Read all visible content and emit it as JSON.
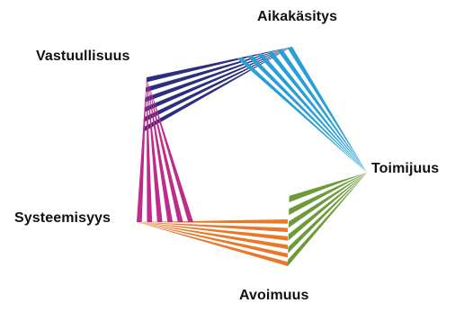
{
  "labels": {
    "top": "Aikakäsitys",
    "right": "Toimijuus",
    "bottom": "Avoimuus",
    "left": "Systeemisyys",
    "upper_left": "Vastuullisuus"
  },
  "colors": {
    "navy": "#2E2E7E",
    "cyan": "#2A9FD6",
    "green": "#6E9A3A",
    "orange": "#E8792A",
    "magenta": "#C02A8A"
  },
  "stripe_count": 6
}
